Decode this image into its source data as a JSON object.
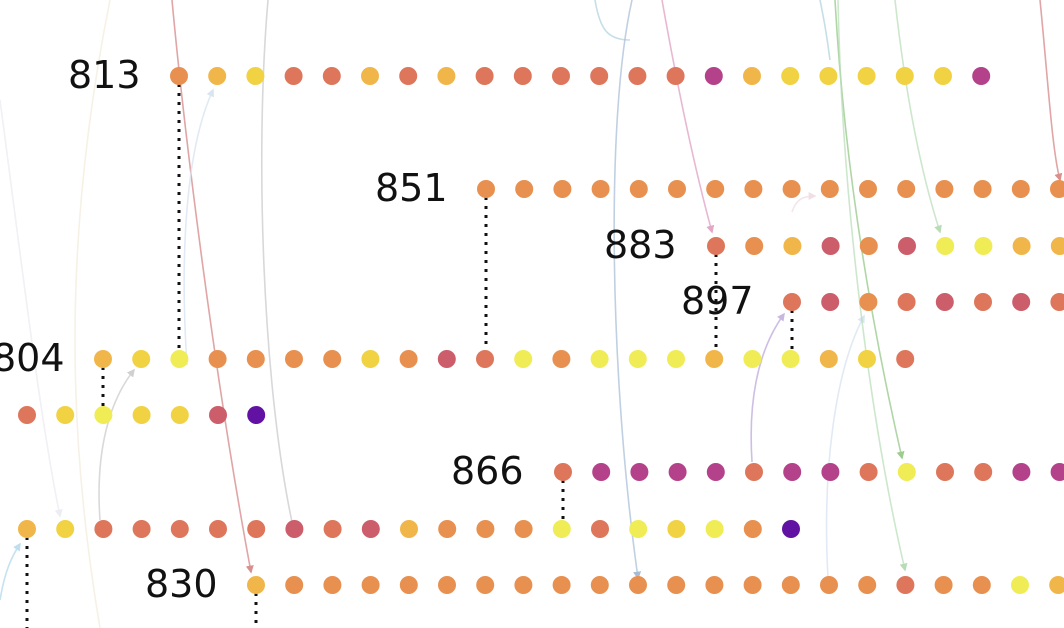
{
  "diagram": {
    "title": "",
    "palette": {
      "Y": "#f0ec55",
      "L": "#f1d243",
      "O": "#f1b64a",
      "R": "#e8904f",
      "C": "#dd765b",
      "P": "#cc5d6a",
      "M": "#b4428a",
      "V": "#6212a3"
    },
    "rows": [
      {
        "id": "row-813",
        "label": "813",
        "colors": "ROLCCOCOCCCCCCMOLLLLLM"
      },
      {
        "id": "row-851",
        "label": "851",
        "colors": "RRRRRRRRRRRRRRRR"
      },
      {
        "id": "row-883",
        "label": "883",
        "colors": "CROPRPYYOO"
      },
      {
        "id": "row-897",
        "label": "897",
        "colors": "CPRCPCPCR"
      },
      {
        "id": "row-804",
        "label": "804",
        "colors": "OLYRRRRLRPCYRYYYOYYOLC"
      },
      {
        "id": "row-unlabeled-a",
        "label": "",
        "colors": "CLYLLPV"
      },
      {
        "id": "row-866",
        "label": "866",
        "colors": "CMMMMCMMCYCCMM"
      },
      {
        "id": "row-unlabeled-b",
        "label": "",
        "colors": "OLCCCCCPCPORRRYCYLYRV"
      },
      {
        "id": "row-830",
        "label": "830",
        "colors": "ORRRRRRRRRRRRRRRRCRRYOV"
      }
    ],
    "flows": [
      {
        "color": "#d88f90",
        "opacity": 0.8,
        "arrow": true
      },
      {
        "color": "#c7c7cc",
        "opacity": 0.7,
        "arrow": false
      },
      {
        "color": "#a5bcd6",
        "opacity": 0.7,
        "arrow": true
      },
      {
        "color": "#9fc8d8",
        "opacity": 0.6,
        "arrow": false
      },
      {
        "color": "#e2a6c7",
        "opacity": 0.8,
        "arrow": true
      },
      {
        "color": "#9ccc8e",
        "opacity": 0.8,
        "arrow": true
      },
      {
        "color": "#b8ddb6",
        "opacity": 0.7,
        "arrow": true
      },
      {
        "color": "#c9b7e2",
        "opacity": 0.9,
        "arrow": true
      },
      {
        "color": "#d0d0d0",
        "opacity": 0.8,
        "arrow": true
      },
      {
        "color": "#d9e5f1",
        "opacity": 0.8,
        "arrow": true
      },
      {
        "color": "#f0dfe6",
        "opacity": 0.8,
        "arrow": true
      },
      {
        "color": "#ececf3",
        "opacity": 0.8,
        "arrow": true
      },
      {
        "color": "#f4eedd",
        "opacity": 0.8,
        "arrow": false
      },
      {
        "color": "#bfdff0",
        "opacity": 0.9,
        "arrow": true
      }
    ]
  }
}
